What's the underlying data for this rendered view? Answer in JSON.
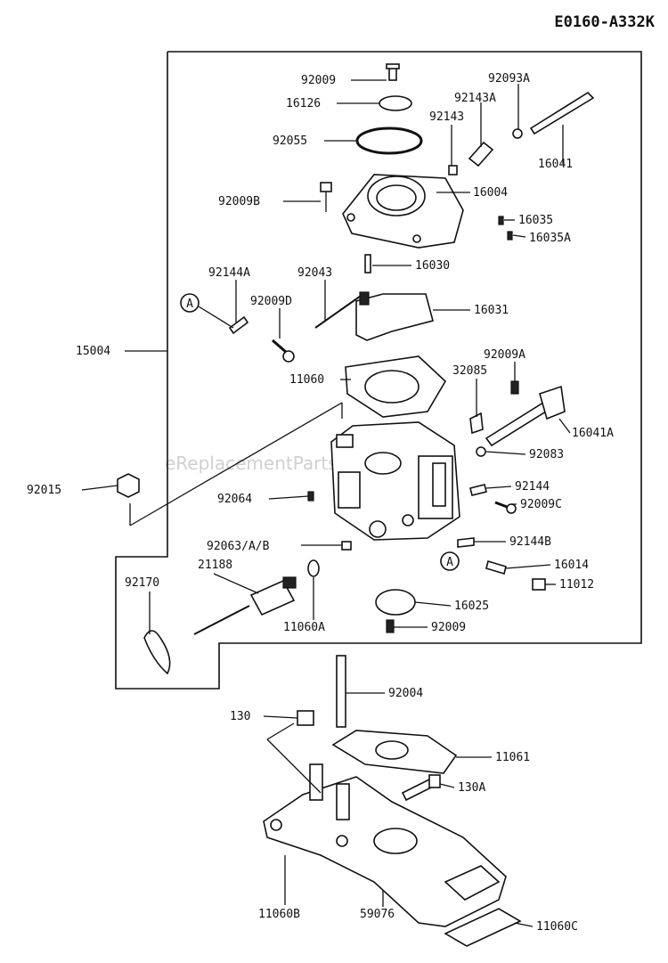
{
  "diagram_code": "E0160-A332K",
  "watermark": "eReplacementParts.com",
  "callout_symbol": "A",
  "parts": {
    "p92009_top": "92009",
    "p16126": "16126",
    "p92093A": "92093A",
    "p92143A": "92143A",
    "p92143": "92143",
    "p92055": "92055",
    "p16041": "16041",
    "p92009B": "92009B",
    "p16004": "16004",
    "p16035": "16035",
    "p16035A": "16035A",
    "p92144A": "92144A",
    "p92043": "92043",
    "p16030": "16030",
    "p92009D": "92009D",
    "p16031": "16031",
    "p15004": "15004",
    "p92009A": "92009A",
    "p11060": "11060",
    "p32085": "32085",
    "p16041A": "16041A",
    "p92083": "92083",
    "p92015": "92015",
    "p92144": "92144",
    "p92064": "92064",
    "p92009C": "92009C",
    "p92063AB": "92063/A/B",
    "p92144B": "92144B",
    "p21188": "21188",
    "p16014": "16014",
    "p92170": "92170",
    "p11012": "11012",
    "p11060A": "11060A",
    "p16025": "16025",
    "p92009_bottom": "92009",
    "p92004": "92004",
    "p130": "130",
    "p11061": "11061",
    "p130A": "130A",
    "p11060B": "11060B",
    "p59076": "59076",
    "p11060C": "11060C"
  }
}
